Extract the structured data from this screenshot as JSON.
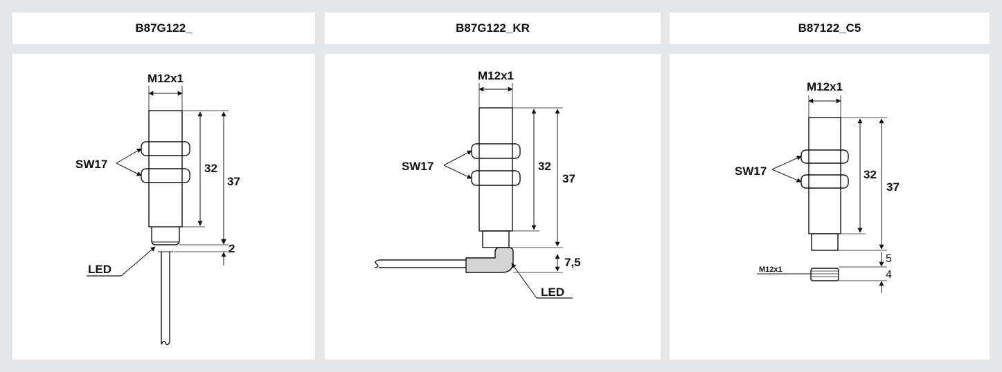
{
  "panels": [
    {
      "title": "B87G122_",
      "labels": {
        "thread": "M12x1",
        "wrench": "SW17",
        "dim_a": "32",
        "dim_b": "37",
        "dim_c": "2",
        "led": "LED"
      }
    },
    {
      "title": "B87G122_KR",
      "labels": {
        "thread": "M12x1",
        "wrench": "SW17",
        "dim_a": "32",
        "dim_b": "37",
        "dim_c": "7,5",
        "led": "LED"
      }
    },
    {
      "title": "B87122_C5",
      "labels": {
        "thread": "M12x1",
        "wrench": "SW17",
        "dim_a": "32",
        "dim_b": "37",
        "dim_c": "5",
        "dim_d": "4",
        "connector_thread": "M12x1"
      }
    }
  ],
  "colors": {
    "background": "#e6e7e8",
    "panel": "#ffffff",
    "line": "#111111",
    "cable_sleeve": "#d4d4d4"
  }
}
